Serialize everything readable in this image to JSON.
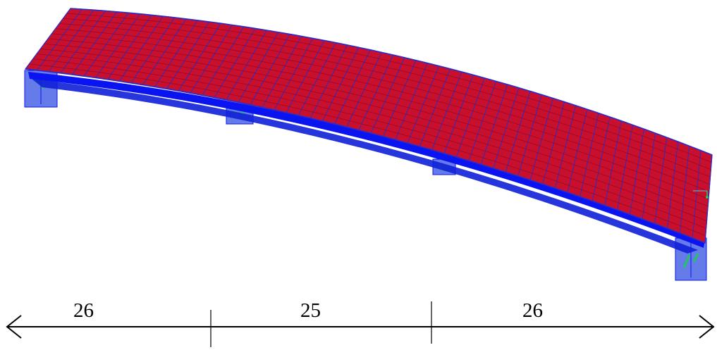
{
  "diagram": {
    "colors": {
      "deck": "#c8102e",
      "deck_stroke": "#8a0a1a",
      "mesh": "#2b2bc8",
      "girder": "#0a14f0",
      "support": "#4b64e6",
      "bearing": "#22c55e",
      "dimension_line": "#000000"
    },
    "spans": [
      {
        "label": "26"
      },
      {
        "label": "25"
      },
      {
        "label": "26"
      }
    ]
  }
}
